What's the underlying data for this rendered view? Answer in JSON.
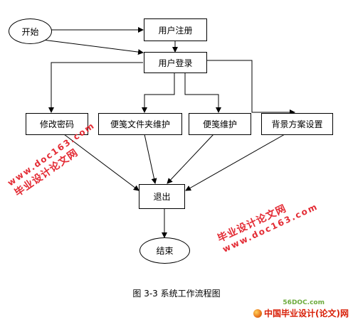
{
  "nodes": {
    "start": "开始",
    "register": "用户注册",
    "login": "用户登录",
    "change_password": "修改密码",
    "folder_maintain": "便笺文件夹维护",
    "note_maintain": "便笺维护",
    "background_setting": "背景方案设置",
    "logout": "退出",
    "end": "结束"
  },
  "caption": "图 3-3 系统工作流程图",
  "watermarks": {
    "url": "www.doc163.com",
    "text": "毕业设计论文网"
  },
  "footer": {
    "small": "56DOC.com",
    "logo": "中国毕业设计(论文)网"
  }
}
